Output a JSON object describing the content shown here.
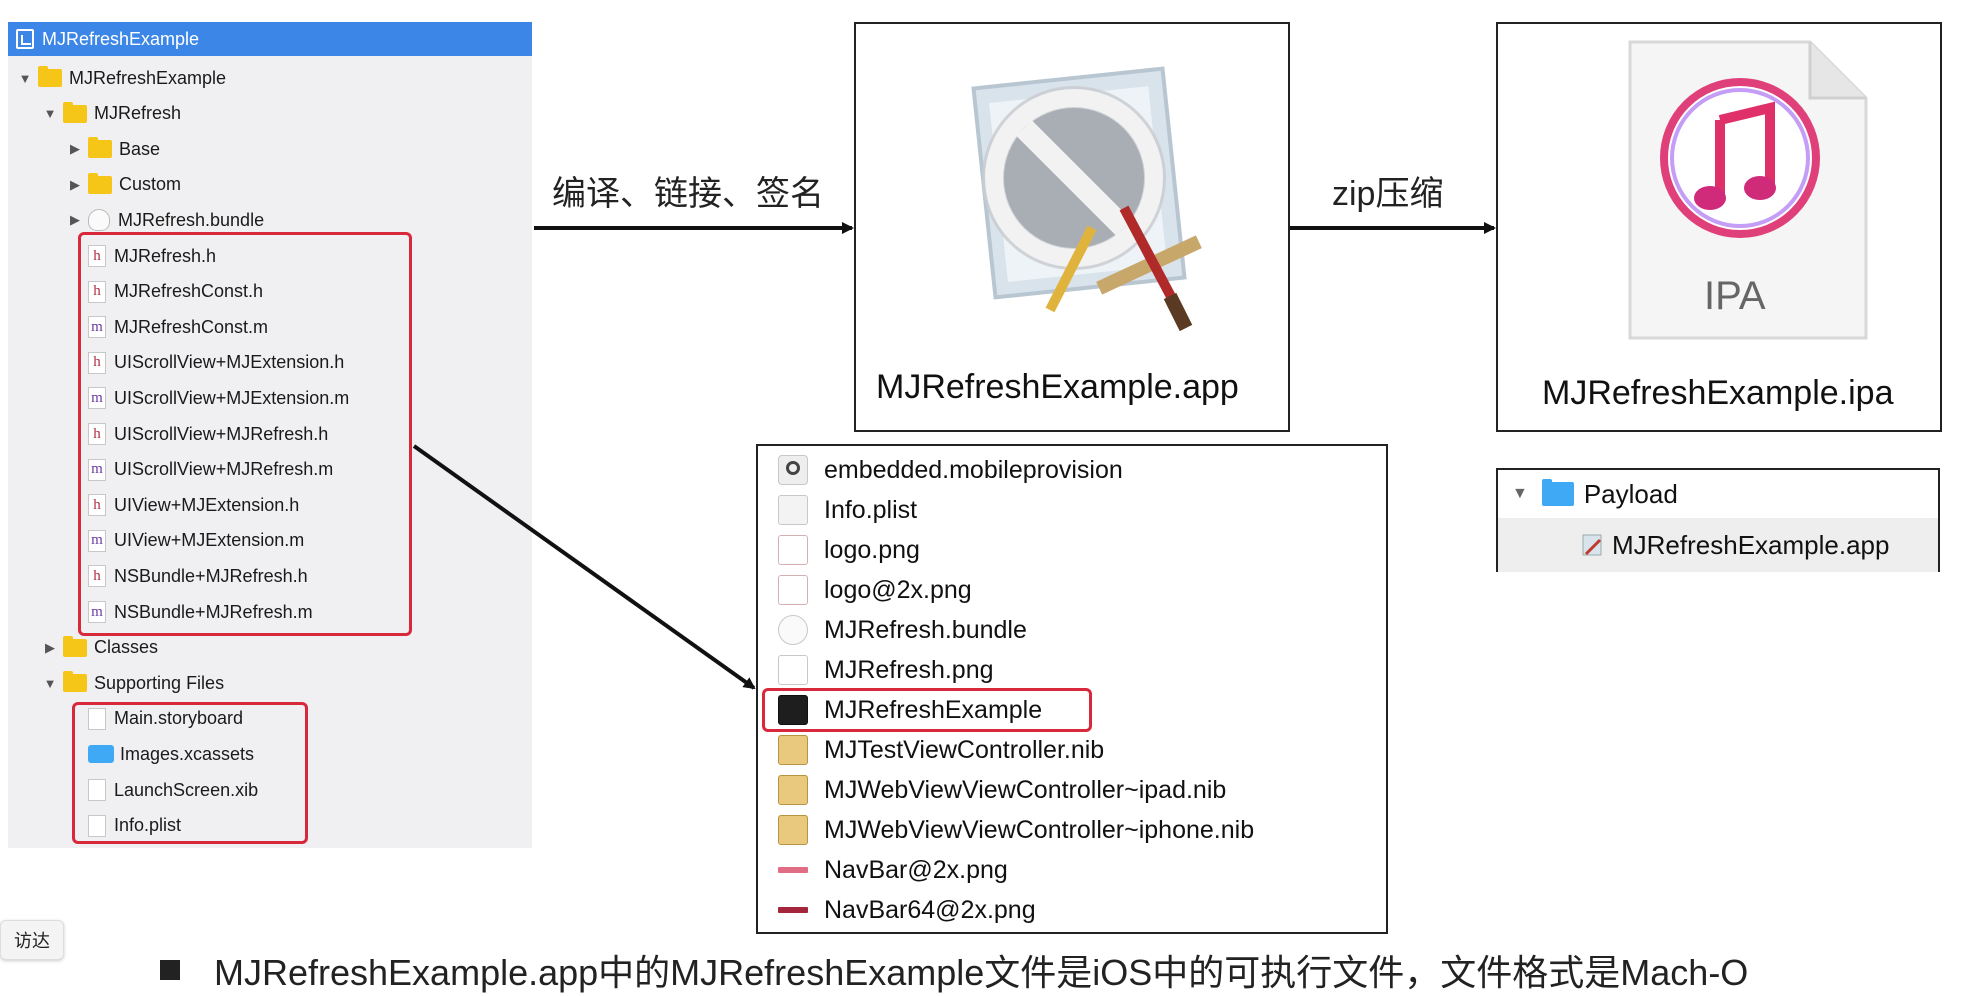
{
  "navigator": {
    "header": "MJRefreshExample",
    "items": [
      {
        "label": "MJRefreshExample",
        "kind": "folder",
        "disclosure": "open"
      },
      {
        "label": "MJRefresh",
        "kind": "folder",
        "disclosure": "open"
      },
      {
        "label": "Base",
        "kind": "folder",
        "disclosure": "closed"
      },
      {
        "label": "Custom",
        "kind": "folder",
        "disclosure": "closed"
      },
      {
        "label": "MJRefresh.bundle",
        "kind": "bundle",
        "disclosure": "closed"
      },
      {
        "label": "MJRefresh.h",
        "kind": "h",
        "glyph": "h"
      },
      {
        "label": "MJRefreshConst.h",
        "kind": "h",
        "glyph": "h"
      },
      {
        "label": "MJRefreshConst.m",
        "kind": "m",
        "glyph": "m"
      },
      {
        "label": "UIScrollView+MJExtension.h",
        "kind": "h",
        "glyph": "h"
      },
      {
        "label": "UIScrollView+MJExtension.m",
        "kind": "m",
        "glyph": "m"
      },
      {
        "label": "UIScrollView+MJRefresh.h",
        "kind": "h",
        "glyph": "h"
      },
      {
        "label": "UIScrollView+MJRefresh.m",
        "kind": "m",
        "glyph": "m"
      },
      {
        "label": "UIView+MJExtension.h",
        "kind": "h",
        "glyph": "h"
      },
      {
        "label": "UIView+MJExtension.m",
        "kind": "m",
        "glyph": "m"
      },
      {
        "label": "NSBundle+MJRefresh.h",
        "kind": "h",
        "glyph": "h"
      },
      {
        "label": "NSBundle+MJRefresh.m",
        "kind": "m",
        "glyph": "m"
      },
      {
        "label": "Classes",
        "kind": "folder",
        "disclosure": "closed"
      },
      {
        "label": "Supporting Files",
        "kind": "folder",
        "disclosure": "open"
      },
      {
        "label": "Main.storyboard",
        "kind": "storyboard"
      },
      {
        "label": "Images.xcassets",
        "kind": "xcassets"
      },
      {
        "label": "LaunchScreen.xib",
        "kind": "xib"
      },
      {
        "label": "Info.plist",
        "kind": "plist"
      }
    ]
  },
  "steps": {
    "compile_label": "编译、链接、签名",
    "zip_label": "zip压缩",
    "app_caption": "MJRefreshExample.app",
    "ipa_caption": "MJRefreshExample.ipa",
    "ipa_icon_text": "IPA"
  },
  "app_contents": [
    {
      "label": "embedded.mobileprovision",
      "icon": "provision-icon",
      "style": "gear"
    },
    {
      "label": "Info.plist",
      "icon": "plist-icon",
      "style": "plist"
    },
    {
      "label": "logo.png",
      "icon": "image-icon",
      "style": "png"
    },
    {
      "label": "logo@2x.png",
      "icon": "image-icon",
      "style": "png"
    },
    {
      "label": "MJRefresh.bundle",
      "icon": "bundle-icon",
      "style": "bundle"
    },
    {
      "label": "MJRefresh.png",
      "icon": "image-icon",
      "style": "blank"
    },
    {
      "label": "MJRefreshExample",
      "icon": "executable-icon",
      "style": "exec"
    },
    {
      "label": "MJTestViewController.nib",
      "icon": "nib-icon",
      "style": "nib"
    },
    {
      "label": "MJWebViewViewController~ipad.nib",
      "icon": "nib-icon",
      "style": "nib"
    },
    {
      "label": "MJWebViewViewController~iphone.nib",
      "icon": "nib-icon",
      "style": "nib"
    },
    {
      "label": "NavBar@2x.png",
      "icon": "bar-image-icon",
      "style": "bar"
    },
    {
      "label": "NavBar64@2x.png",
      "icon": "bar-image-icon",
      "style": "bar dark"
    }
  ],
  "payload": {
    "folder": "Payload",
    "child": "MJRefreshExample.app"
  },
  "bottom": {
    "bullet_text": "MJRefreshExample.app中的MJRefreshExample文件是iOS中的可执行文件，文件格式是Mach-O",
    "tooltip": "访达"
  },
  "colors": {
    "highlight_red": "#d8283c",
    "nav_selection": "#3b86e6",
    "folder_yellow": "#f5c518",
    "folder_blue": "#3fa9f5"
  }
}
